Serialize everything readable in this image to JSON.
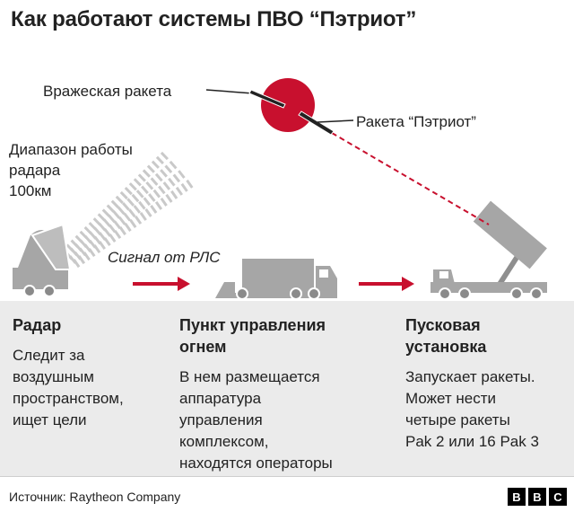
{
  "title": "Как работают системы ПВО “Пэтриот”",
  "labels": {
    "enemy_missile": "Вражеская ракета",
    "patriot_missile": "Ракета “Пэтриот”",
    "radar_range_1": "Диапазон работы",
    "radar_range_2": "радара",
    "radar_range_3": "100км",
    "signal": "Сигнал от РЛС"
  },
  "columns": [
    {
      "heading": [
        "Радар"
      ],
      "body": [
        "Следит за",
        "воздушным",
        "пространством,",
        "ищет цели"
      ]
    },
    {
      "heading": [
        "Пункт управления",
        "огнем"
      ],
      "body": [
        "В нем размещается",
        "аппаратура",
        "управления",
        "комплексом,",
        "находятся операторы"
      ]
    },
    {
      "heading": [
        "Пусковая",
        "установка"
      ],
      "body": [
        "Запускает ракеты.",
        "Может нести",
        "четыре ракеты",
        "Pak 2 или 16 Pak 3"
      ]
    }
  ],
  "footer": {
    "source": "Источник: Raytheon Company",
    "logo": [
      "B",
      "B",
      "C"
    ]
  },
  "colors": {
    "accent_red": "#c8102e",
    "vehicle_grey": "#a6a6a6",
    "wheel_grey": "#8a8a8a",
    "panel_bg": "#ebebeb"
  },
  "icons": [
    "intercept-circle",
    "enemy-missile-icon",
    "patriot-missile-icon",
    "radar-vehicle-icon",
    "radar-beam",
    "arrow-right-icon",
    "command-truck-icon",
    "launcher-truck-icon"
  ]
}
